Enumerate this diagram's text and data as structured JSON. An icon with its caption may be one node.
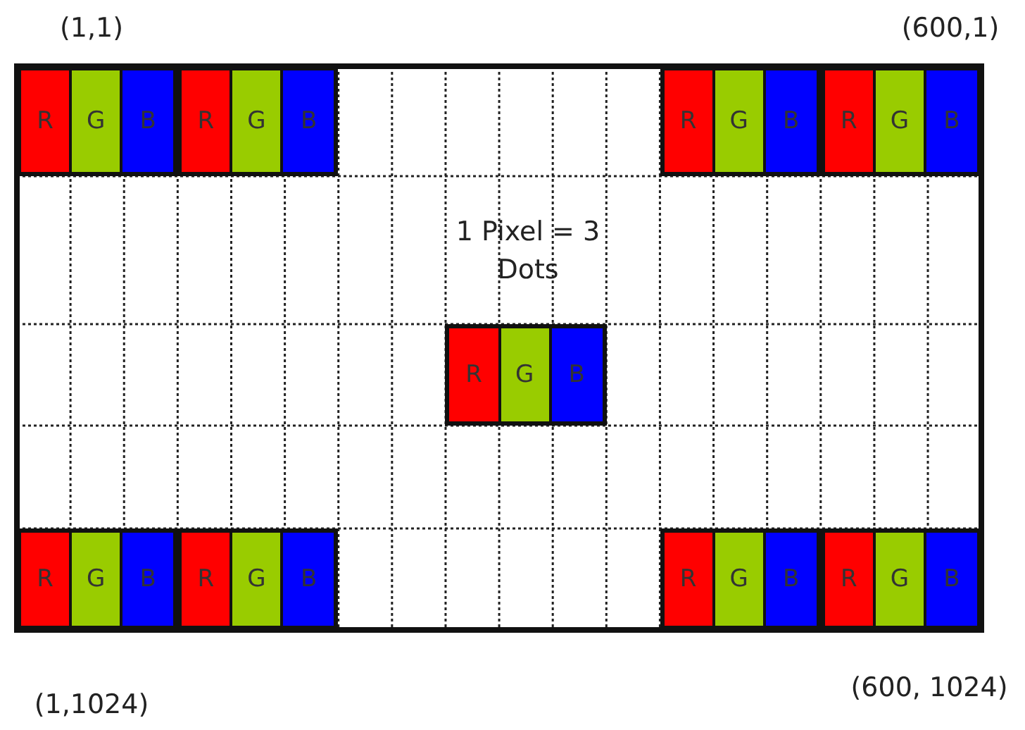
{
  "diagram": {
    "nodes": [
      {
        "text": [],
        "shape": "box"
      },
      {
        "text": [
          "R"
        ],
        "in": 0
      },
      {
        "text": [
          "G"
        ],
        "in": 0
      },
      {
        "text": [
          "B"
        ],
        "in": 0
      },
      {
        "text": [],
        "shape": "box"
      },
      {
        "text": [
          "R"
        ],
        "in": 4
      },
      {
        "text": [
          "G"
        ],
        "in": 4
      },
      {
        "text": [
          "B"
        ],
        "in": 4
      },
      {
        "text": [],
        "shape": "box"
      },
      {
        "text": [
          "R"
        ],
        "in": 8
      },
      {
        "text": [
          "G"
        ],
        "in": 8
      },
      {
        "text": [
          "B"
        ],
        "in": 8
      },
      {
        "text": [],
        "shape": "box"
      },
      {
        "text": [
          "R"
        ],
        "in": 12
      },
      {
        "text": [
          "G"
        ],
        "in": 12
      },
      {
        "text": [
          "B"
        ],
        "in": 12
      },
      {
        "text": [],
        "shape": "box"
      },
      {
        "text": [
          "R"
        ],
        "in": 16
      },
      {
        "text": [
          "G"
        ],
        "in": 16
      },
      {
        "text": [
          "B"
        ],
        "in": 16
      },
      {
        "text": [],
        "shape": "box"
      },
      {
        "text": [
          "R"
        ],
        "in": 20
      },
      {
        "text": [
          "G"
        ],
        "in": 20
      },
      {
        "text": [
          "B"
        ],
        "in": 20
      },
      {
        "text": [],
        "shape": "box"
      },
      {
        "text": [
          "R"
        ],
        "in": 24
      },
      {
        "text": [
          "G"
        ],
        "in": 24
      },
      {
        "text": [
          "B"
        ],
        "in": 24
      },
      {
        "text": [],
        "shape": "box"
      },
      {
        "text": [
          "R"
        ],
        "in": 28
      },
      {
        "text": [
          "G"
        ],
        "in": 28
      },
      {
        "text": [
          "B"
        ],
        "in": 28
      },
      {
        "text": [],
        "shape": "box"
      },
      {
        "text": [
          "R"
        ],
        "in": 32
      },
      {
        "text": [
          "G"
        ],
        "in": 32
      },
      {
        "text": [
          "B"
        ],
        "in": 32
      }
    ],
    "labels": [
      "(1,1)",
      "(600,1)",
      "1 Pixel = 3 Dots",
      "(1,1024)",
      "(600, 1024)"
    ]
  }
}
